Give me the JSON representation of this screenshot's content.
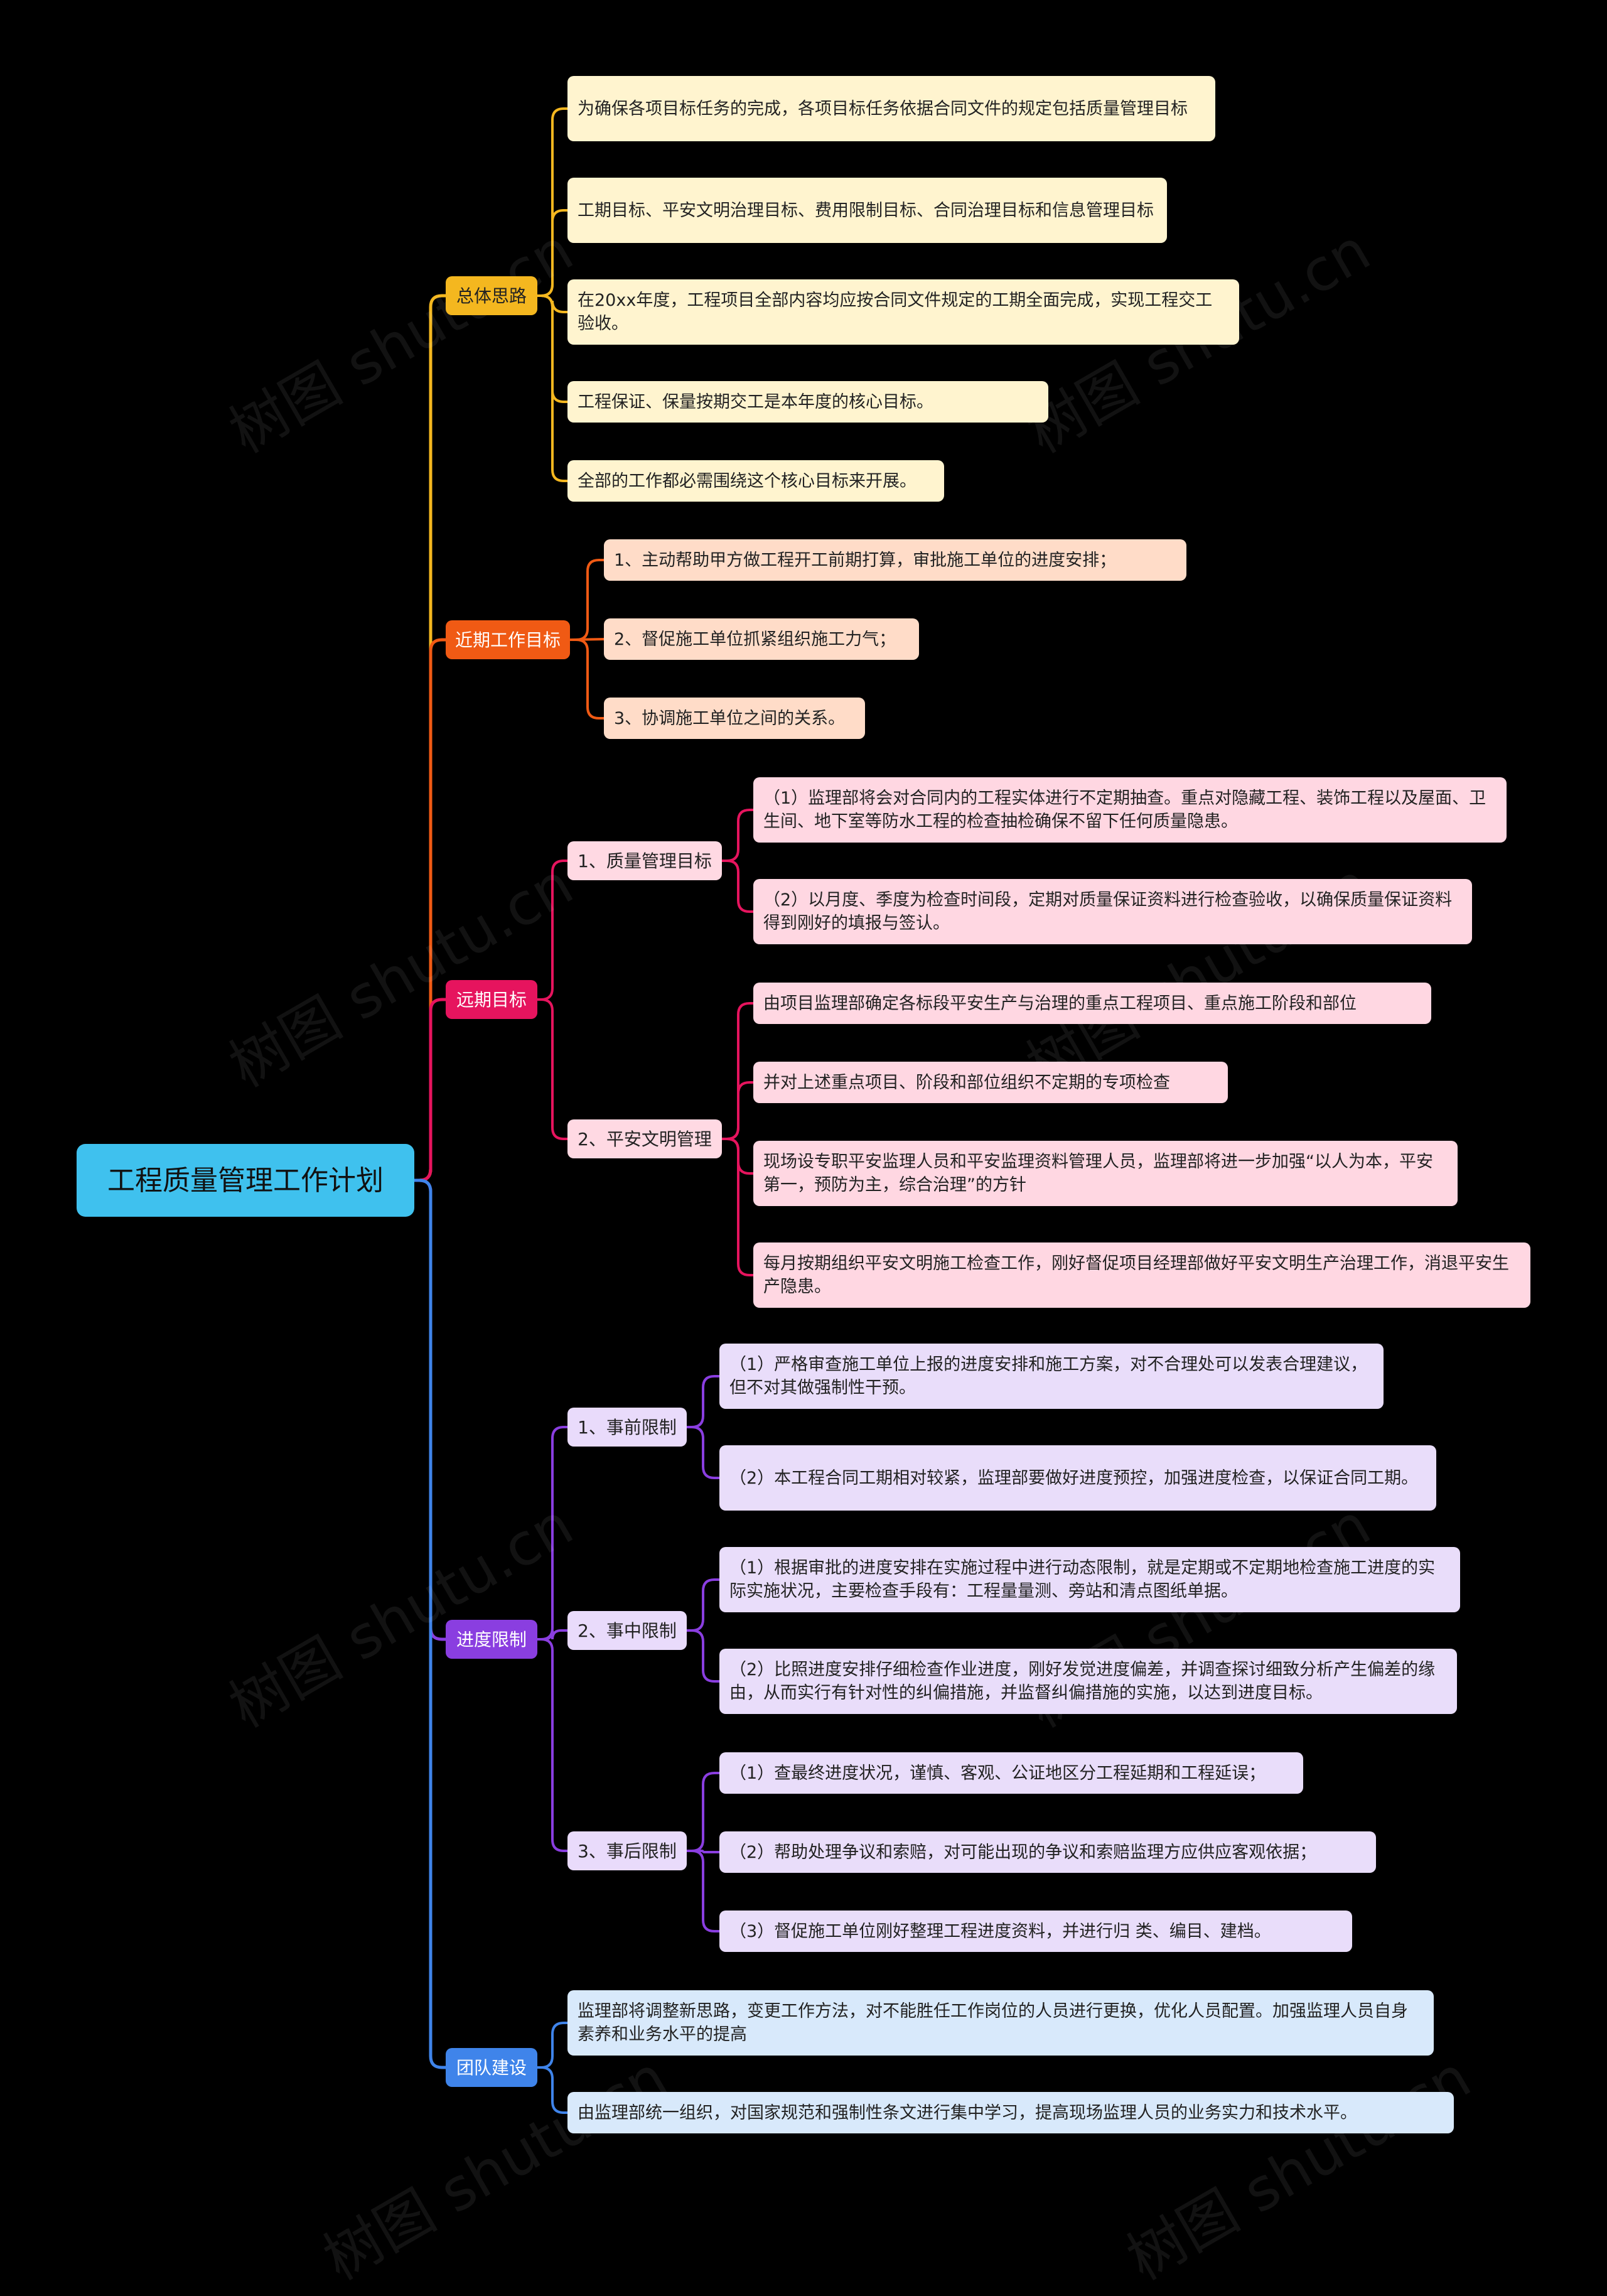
{
  "root": {
    "label": "工程质量管理工作计划"
  },
  "branches": [
    {
      "label": "总体思路",
      "color": "#f4b71f",
      "leafColor": "#fff4cf",
      "items": [
        "为确保各项目标任务的完成，各项目标任务依据合同文件的规定包括质量管理目标",
        "工期目标、平安文明治理目标、费用限制目标、合同治理目标和信息管理目标",
        "在20xx年度，工程项目全部内容均应按合同文件规定的工期全面完成，实现工程交工验收。",
        "工程保证、保量按期交工是本年度的核心目标。",
        "全部的工作都必需围绕这个核心目标来开展。"
      ]
    },
    {
      "label": "近期工作目标",
      "color": "#f05a14",
      "leafColor": "#ffdcc8",
      "items": [
        "1、主动帮助甲方做工程开工前期打算，审批施工单位的进度安排；",
        "2、督促施工单位抓紧组织施工力气；",
        "3、协调施工单位之间的关系。"
      ]
    },
    {
      "label": "远期目标",
      "color": "#e6145e",
      "leafColor": "#ffd7e2",
      "subs": [
        {
          "label": "1、质量管理目标",
          "items": [
            "（1）监理部将会对合同内的工程实体进行不定期抽查。重点对隐藏工程、装饰工程以及屋面、卫生间、地下室等防水工程的检查抽检确保不留下任何质量隐患。",
            "（2）以月度、季度为检查时间段，定期对质量保证资料进行检查验收，以确保质量保证资料得到刚好的填报与签认。"
          ]
        },
        {
          "label": "2、平安文明管理",
          "items": [
            "由项目监理部确定各标段平安生产与治理的重点工程项目、重点施工阶段和部位",
            "并对上述重点项目、阶段和部位组织不定期的专项检查",
            "现场设专职平安监理人员和平安监理资料管理人员，监理部将进一步加强“以人为本，平安第一，预防为主，综合治理”的方针",
            "每月按期组织平安文明施工检查工作，刚好督促项目经理部做好平安文明生产治理工作，消退平安生产隐患。"
          ]
        }
      ]
    },
    {
      "label": "进度限制",
      "color": "#8a3ee0",
      "leafColor": "#e9ddfa",
      "subs": [
        {
          "label": "1、事前限制",
          "items": [
            "（1）严格审查施工单位上报的进度安排和施工方案，对不合理处可以发表合理建议，但不对其做强制性干预。",
            "（2）本工程合同工期相对较紧，监理部要做好进度预控，加强进度检查，以保证合同工期。"
          ]
        },
        {
          "label": "2、事中限制",
          "items": [
            "（1）根据审批的进度安排在实施过程中进行动态限制，就是定期或不定期地检查施工进度的实际实施状况，主要检查手段有：工程量量测、旁站和清点图纸单据。",
            "（2）比照进度安排仔细检查作业进度，刚好发觉进度偏差，并调查探讨细致分析产生偏差的缘由，从而实行有针对性的纠偏措施，并监督纠偏措施的实施，以达到进度目标。"
          ]
        },
        {
          "label": "3、事后限制",
          "items": [
            "（1）查最终进度状况，谨慎、客观、公证地区分工程延期和工程延误；",
            "（2）帮助处理争议和索赔，对可能出现的争议和索赔监理方应供应客观依据；",
            "（3）督促施工单位刚好整理工程进度资料，并进行归 类、编目、建档。"
          ]
        }
      ]
    },
    {
      "label": "团队建设",
      "color": "#3f84ea",
      "leafColor": "#d8e9fb",
      "items": [
        "监理部将调整新思路，变更工作方法，对不能胜任工作岗位的人员进行更换，优化人员配置。加强监理人员自身素养和业务水平的提高",
        "由监理部统一组织，对国家规范和强制性条文进行集中学习，提高现场监理人员的业务实力和技术水平。"
      ]
    }
  ],
  "watermark": "树图 shutu.cn"
}
